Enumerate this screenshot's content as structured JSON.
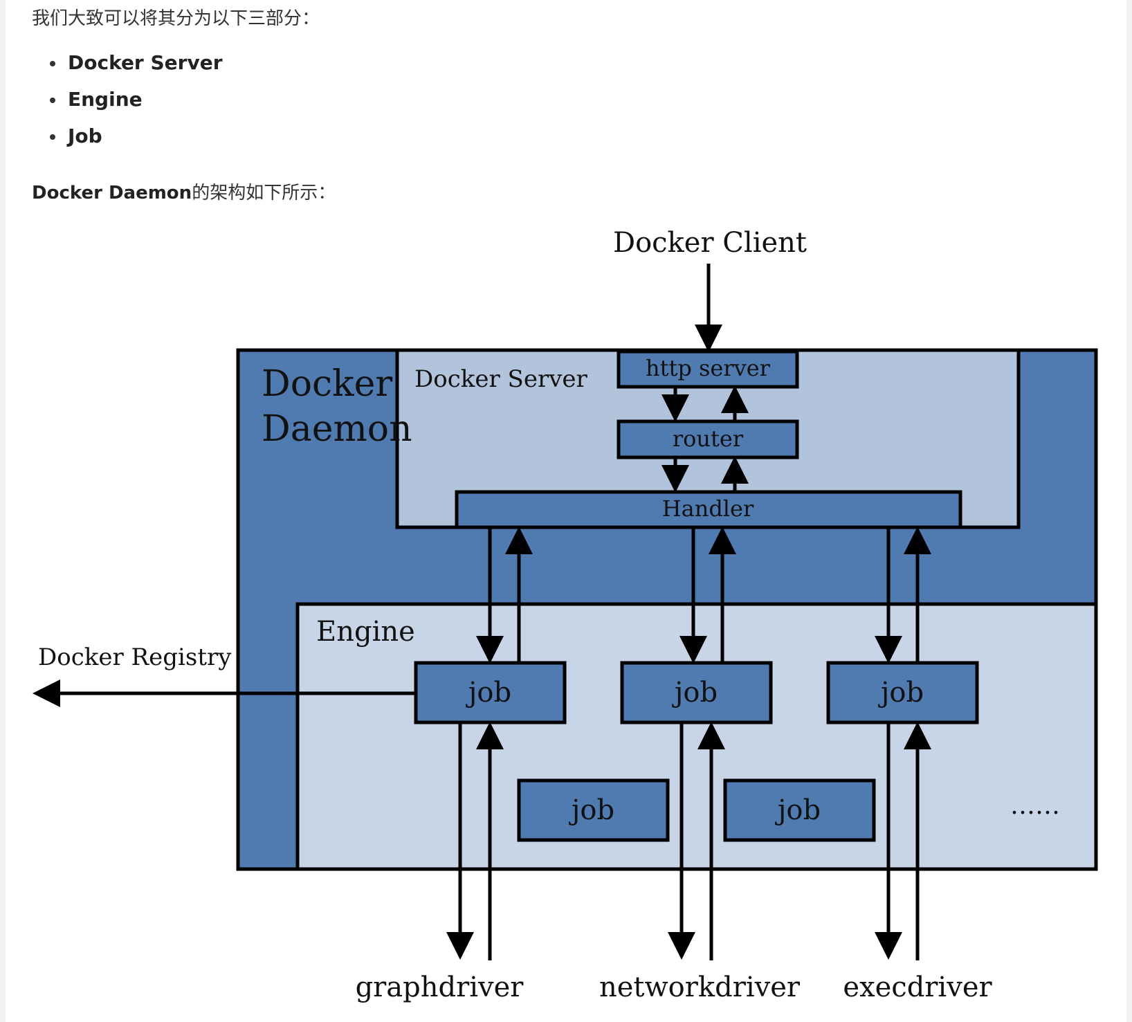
{
  "intro_text": "我们大致可以将其分为以下三部分：",
  "parts": [
    "Docker Server",
    "Engine",
    "Job"
  ],
  "architecture_intro": {
    "bold": "Docker Daemon",
    "rest": "的架构如下所示："
  },
  "diagram": {
    "colors": {
      "daemon_fill": "#4f7bb0",
      "server_fill": "#b2c4dc",
      "engine_fill": "#c7d5e6",
      "box_fill": "#4f7bb0",
      "stroke": "#000000"
    },
    "labels": {
      "docker_client": "Docker Client",
      "docker_daemon_line1": "Docker",
      "docker_daemon_line2": "Daemon",
      "docker_server": "Docker Server",
      "http_server": "http server",
      "router": "router",
      "handler": "Handler",
      "engine": "Engine",
      "docker_registry": "Docker Registry",
      "job": "job",
      "ellipsis": "……",
      "graphdriver": "graphdriver",
      "networkdriver": "networkdriver",
      "execdriver": "execdriver"
    }
  }
}
